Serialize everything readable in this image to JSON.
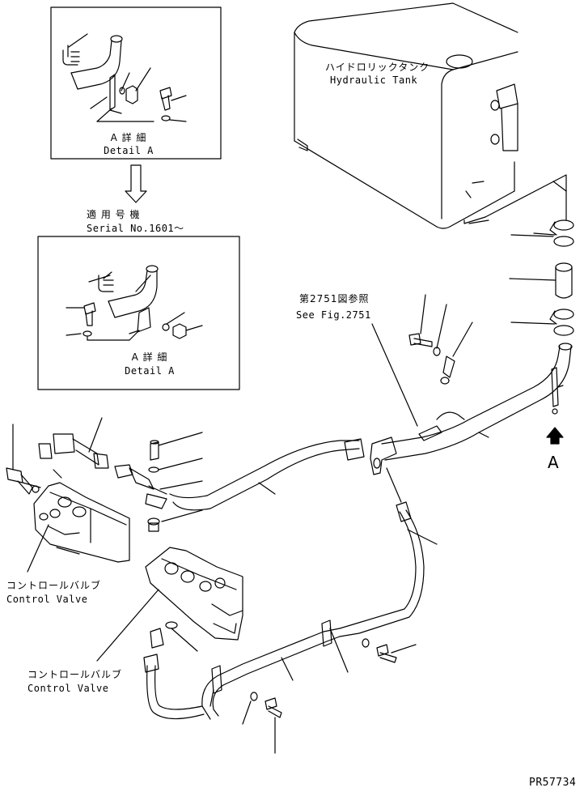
{
  "detail_a_top": {
    "jp": "A 詳 細",
    "en": "Detail A"
  },
  "serial_note": {
    "jp": "適 用 号 機",
    "en": "Serial No.1601～"
  },
  "detail_a_bottom": {
    "jp": "A 詳 細",
    "en": "Detail A"
  },
  "hydraulic_tank": {
    "jp": "ハイドロリックタンク",
    "en": "Hydraulic Tank"
  },
  "see_fig": {
    "jp": "第2751図参照",
    "en": "See Fig.2751"
  },
  "control_valve_1": {
    "jp": "コントロールバルブ",
    "en": "Control Valve"
  },
  "control_valve_2": {
    "jp": "コントロールバルブ",
    "en": "Control Valve"
  },
  "view_marker": "A",
  "drawing_number": "PR57734"
}
